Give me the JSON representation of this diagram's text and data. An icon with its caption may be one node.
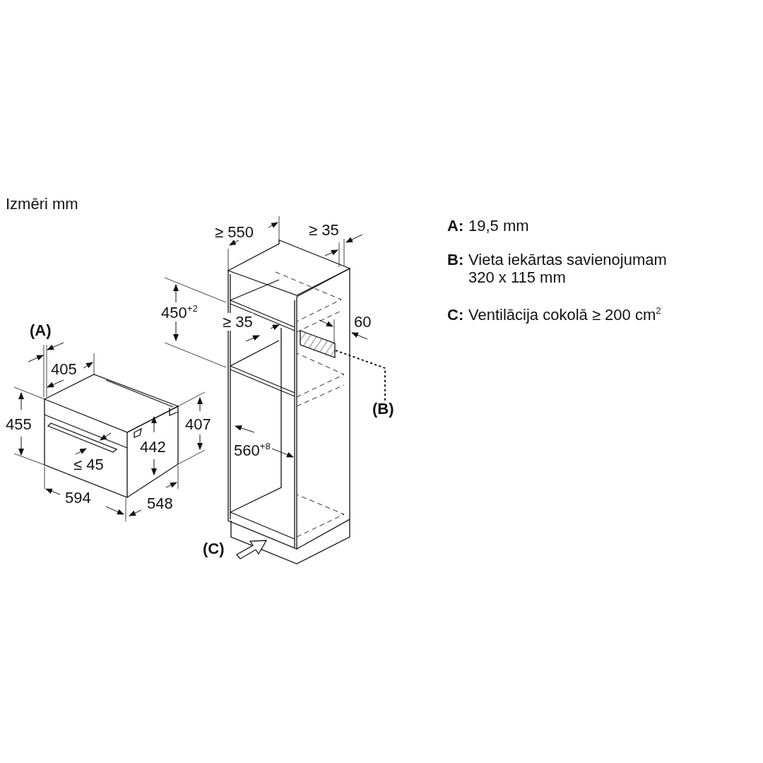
{
  "diagram": {
    "nodes": [
      {
        "text": [
          "(B)"
        ]
      },
      {
        "text": [],
        "shape": "box"
      }
    ],
    "edges": [
      {
        "from": 0,
        "to": 1,
        "arrow": "none",
        "style": "dashed"
      }
    ],
    "labels": [
      "Izmēri mm",
      "(A)",
      "405",
      "455",
      "≤ 45",
      "442",
      "407",
      "594",
      "548",
      "≥ 550",
      "≥ 35",
      "450$^{+2}$",
      "≥ 35",
      "60",
      "560$^{+8}$",
      "(C)",
      "A:",
      "19,5 mm",
      "B:",
      "Vieta iekārtas savienojumam 320 x 115 mm",
      "C:",
      "Ventilācija cokolā ≥ 200 cm$^{2}$"
    ]
  }
}
